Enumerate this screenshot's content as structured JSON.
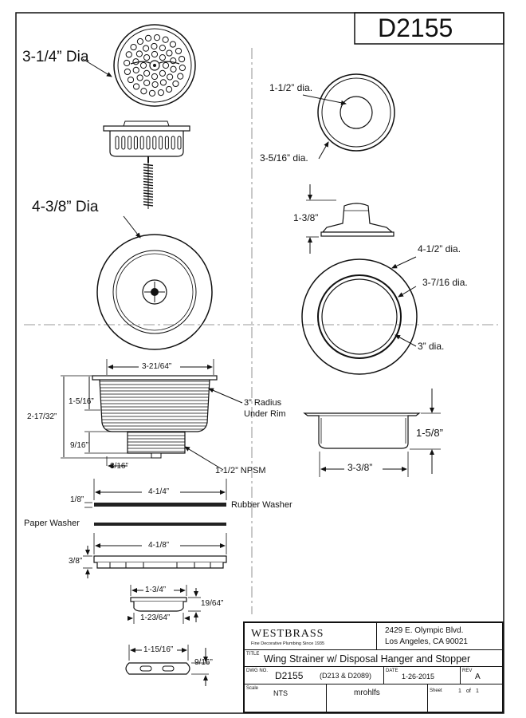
{
  "drawing_number": "D2155",
  "dims": {
    "strainer_dia": "3-1/4” Dia",
    "flange_dia": "4-3/8” Dia",
    "stopper_inner_dia": "1-1/2” dia.",
    "stopper_outer_dia": "3-5/16” dia.",
    "stopper_height": "1-3/8”",
    "ring_outer_dia": "4-1/2” dia.",
    "ring_mid_dia": "3-7/16 dia.",
    "ring_inner_dia": "3” dia.",
    "body_top_width": "3-21/64”",
    "body_height_upper": "1-5/16”",
    "body_height_total": "2-17/32”",
    "body_height_thread": "9/16”",
    "body_small": "3/16”",
    "radius_note_line1": "3” Radius",
    "radius_note_line2": "Under Rim",
    "thread_note": "1-1/2” NPSM",
    "hanger_height": "1-5/8”",
    "hanger_width": "3-3/8”",
    "rubber_thickness": "1/8”",
    "rubber_width": "4-1/4”",
    "rubber_label": "Rubber Washer",
    "paper_label": "Paper Washer",
    "nut_width": "4-1/8”",
    "nut_height": "3/8”",
    "small_top_width": "1-3/4”",
    "small_height": "19/64”",
    "small_bottom_width": "1-23/64”",
    "wing_width": "1-15/16”",
    "wing_height": "9/16”"
  },
  "title_block": {
    "brand": "WESTBRASS",
    "tagline": "Fine Decorative Plumbing Since 1935",
    "address_line1": "2429 E. Olympic Blvd.",
    "address_line2": "Los Angeles, CA 90021",
    "title_label": "TITLE",
    "title": "Wing Strainer w/ Disposal Hanger and Stopper",
    "dwg_label": "DWG NO.",
    "dwg_no": "D2155",
    "dwg_alt": "(D213 & D2089)",
    "date_label": "DATE",
    "date": "1-26-2015",
    "rev_label": "REV",
    "rev": "A",
    "scale_label": "Scale",
    "scale": "NTS",
    "drawn_by": "mrohlfs",
    "sheet_label": "Sheet",
    "sheet_num": "1",
    "sheet_of": "of",
    "sheet_total": "1"
  }
}
